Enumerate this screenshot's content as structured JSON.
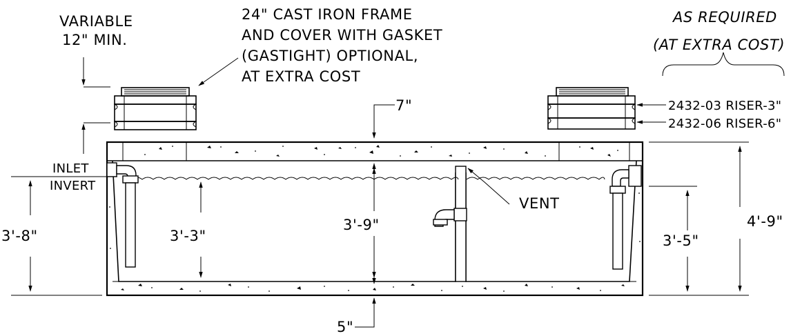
{
  "callouts": {
    "variable": [
      "VARIABLE",
      "12\" MIN."
    ],
    "frame_cover": [
      "24\" CAST IRON FRAME",
      "AND COVER WITH GASKET",
      "(GASTIGHT) OPTIONAL,",
      "AT EXTRA COST"
    ],
    "as_required": [
      "AS REQUIRED",
      "(AT EXTRA COST)"
    ],
    "riser_3": "2432-03 RISER-3\"",
    "riser_6": "2432-06 RISER-6\"",
    "inlet_invert": [
      "INLET",
      "INVERT"
    ],
    "vent": "VENT"
  },
  "dimensions": {
    "top_slab": "7\"",
    "bottom_slab": "5\"",
    "inlet_height": "3'-8\"",
    "liquid_depth_left": "3'-3\"",
    "interior_height": "3'-9\"",
    "outlet_height": "3'-5\"",
    "overall_height": "4'-9\""
  }
}
